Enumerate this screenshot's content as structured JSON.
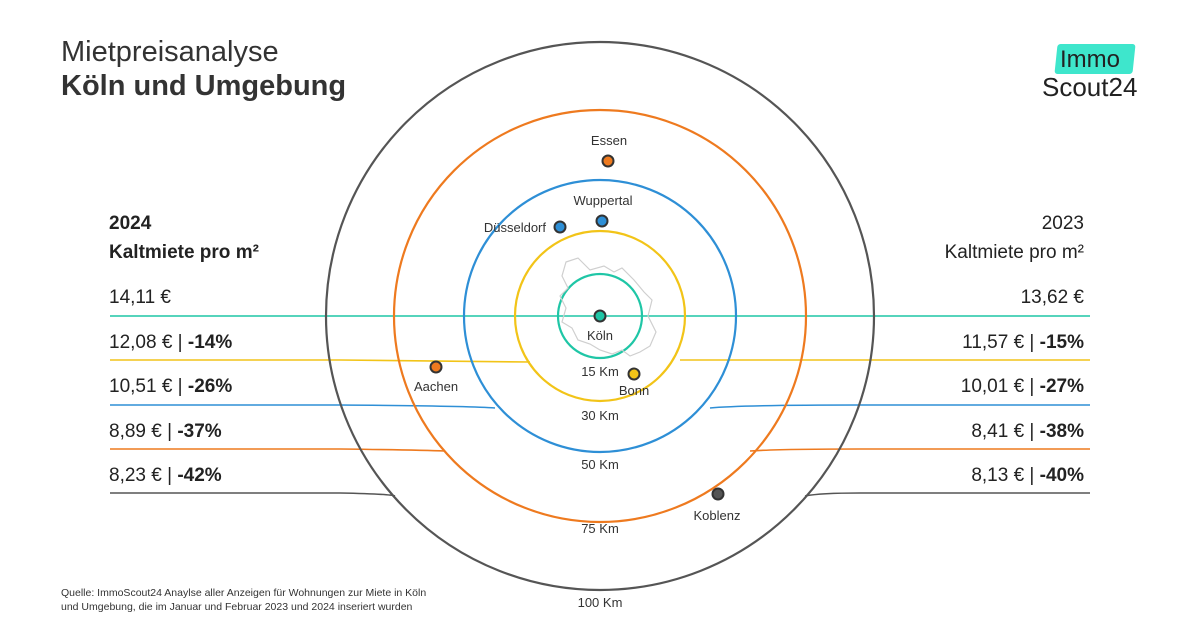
{
  "header": {
    "title_line1": "Mietpreisanalyse",
    "title_line2": "Köln und Umgebung"
  },
  "logo": {
    "line1": "Immo",
    "line2": "Scout24",
    "badge_color": "#3ee6cc"
  },
  "left": {
    "year": "2024",
    "subtitle": "Kaltmiete pro m²"
  },
  "right": {
    "year": "2023",
    "subtitle": "Kaltmiete pro m²"
  },
  "rows": [
    {
      "ring": "Köln",
      "color": "#1fc6a6",
      "left_price": "14,11 €",
      "left_pct": "",
      "right_price": "13,62 €",
      "right_pct": ""
    },
    {
      "ring": "15 Km",
      "color": "#f2c418",
      "left_price": "12,08 € | ",
      "left_pct": "-14%",
      "right_price": "11,57 € | ",
      "right_pct": "-15%"
    },
    {
      "ring": "30 Km",
      "color": "#2e8fd6",
      "left_price": "10,51 € | ",
      "left_pct": "-26%",
      "right_price": "10,01 € | ",
      "right_pct": "-27%"
    },
    {
      "ring": "50 Km",
      "color": "#ee7a1f",
      "left_price": "8,89 € | ",
      "left_pct": "-37%",
      "right_price": "8,41 € | ",
      "right_pct": "-38%"
    },
    {
      "ring": "75 Km",
      "color": "#555555",
      "left_price": "8,23 € | ",
      "left_pct": "-42%",
      "right_price": "8,13 € | ",
      "right_pct": "-40%"
    }
  ],
  "rings": [
    {
      "label": "15 Km",
      "color": "#1fc6a6"
    },
    {
      "label": "30 Km",
      "color": "#f2c418"
    },
    {
      "label": "50 Km",
      "color": "#2e8fd6"
    },
    {
      "label": "75 Km",
      "color": "#ee7a1f"
    },
    {
      "label": "100 Km",
      "color": "#555555"
    }
  ],
  "cities": [
    {
      "name": "Köln",
      "color": "#1fc6a6"
    },
    {
      "name": "Bonn",
      "color": "#f2c418"
    },
    {
      "name": "Düsseldorf",
      "color": "#2e8fd6"
    },
    {
      "name": "Wuppertal",
      "color": "#2e8fd6"
    },
    {
      "name": "Aachen",
      "color": "#ee7a1f"
    },
    {
      "name": "Essen",
      "color": "#ee7a1f"
    },
    {
      "name": "Koblenz",
      "color": "#555555"
    }
  ],
  "source": {
    "line1": "Quelle: ImmoScout24 Anaylse aller Anzeigen für Wohnungen zur Miete in Köln",
    "line2": "und Umgebung, die im Januar und Februar 2023 und 2024 inseriert wurden"
  }
}
